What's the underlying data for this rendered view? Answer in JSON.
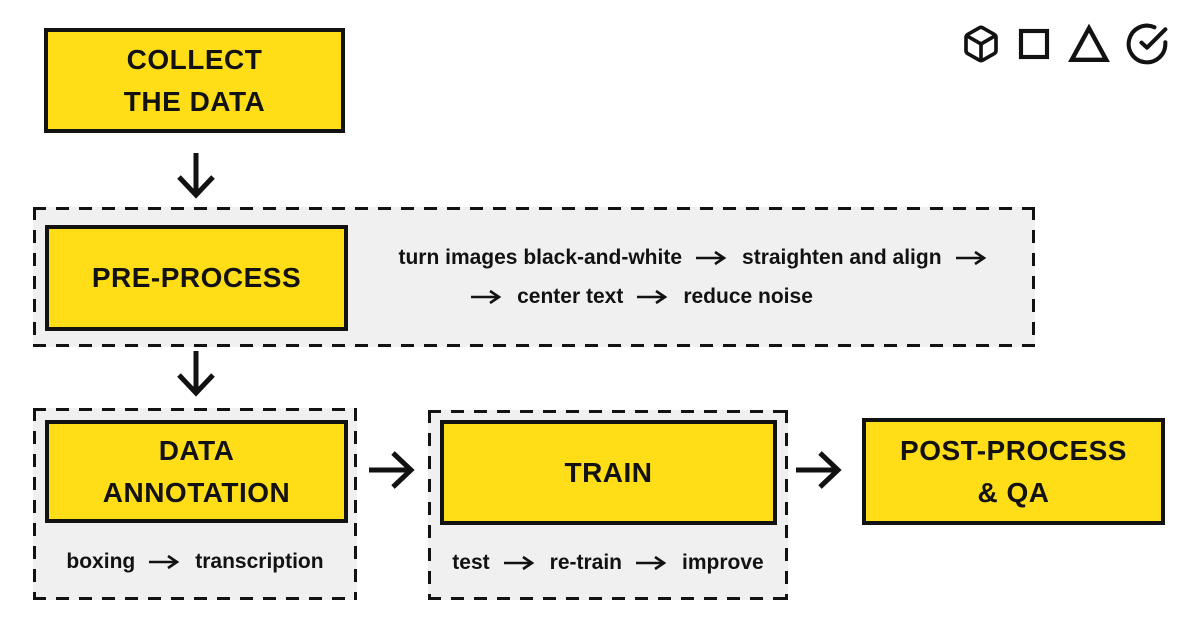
{
  "colors": {
    "yellow": "#FFDE17",
    "ink": "#121212",
    "panel": "#F0F0F1",
    "bg": "#FFFFFF"
  },
  "toolbar_icons": [
    "cube-3d",
    "square-outline",
    "triangle-outline",
    "check-circle"
  ],
  "nodes": {
    "collect": {
      "lines": [
        "COLLECT",
        "THE DATA"
      ]
    },
    "preprocess": {
      "label": "PRE-PROCESS",
      "flow_line1": [
        "turn images black-and-white",
        "straighten and align"
      ],
      "flow_line2": [
        "center text",
        "reduce noise"
      ]
    },
    "annotation": {
      "lines": [
        "DATA",
        "ANNOTATION"
      ],
      "steps": [
        "boxing",
        "transcription"
      ]
    },
    "train": {
      "label": "TRAIN",
      "steps": [
        "test",
        "re-train",
        "improve"
      ]
    },
    "postprocess": {
      "lines": [
        "POST-PROCESS",
        "& QA"
      ]
    }
  }
}
